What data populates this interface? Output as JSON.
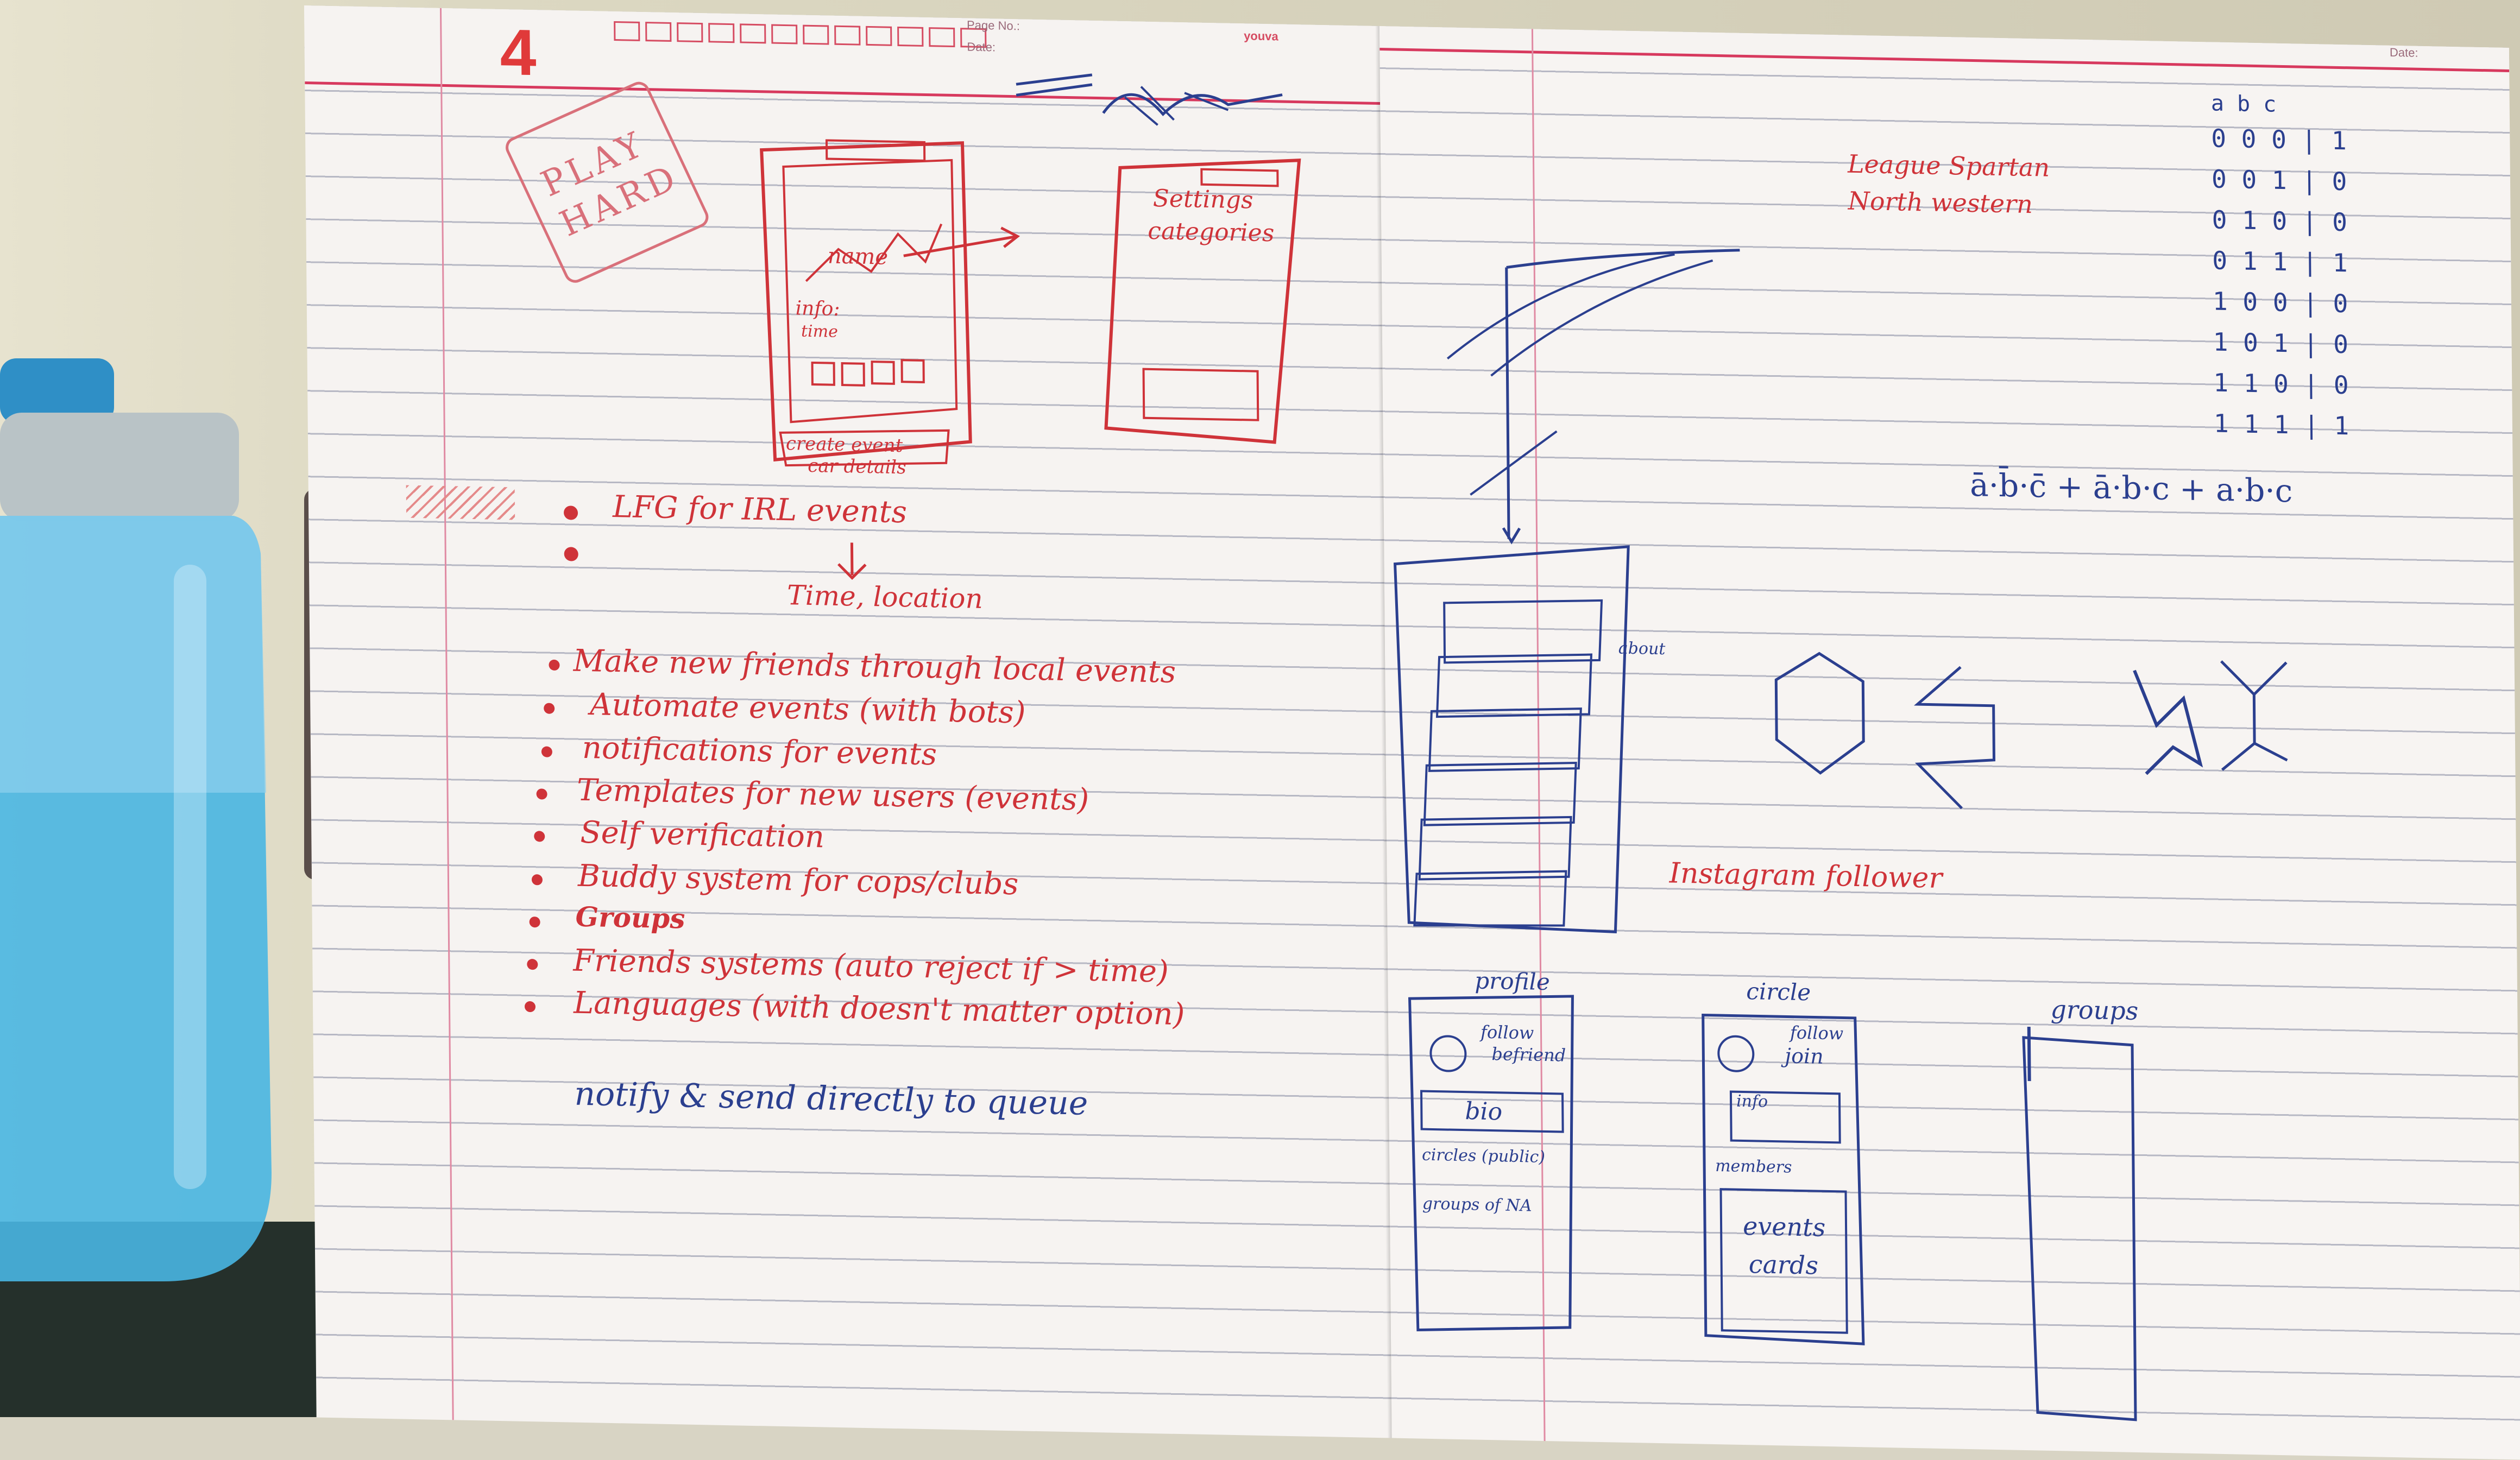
{
  "header": {
    "page_number": "4",
    "page_no_label": "Page No.:",
    "date_label": "Date:",
    "brand": "youva"
  },
  "left_page": {
    "stamp": "PLAY HARD",
    "sketch_labels": {
      "name": "name",
      "info": "info:",
      "time": "time",
      "create_event": "create event",
      "car_details": "car details",
      "settings": "Settings",
      "categories": "categories"
    },
    "bullets": [
      "LFG for IRL events",
      ""
    ],
    "arrow_note": "Time, location",
    "features": [
      "Make new friends through local events",
      "Automate events (with bots)",
      "notifications for events",
      "Templates for new users (events)",
      "Self verification",
      "Buddy system for cops/clubs",
      "Groups",
      "Friends systems (auto reject if > time)",
      "Languages (with doesn't matter option)"
    ],
    "footer_note": "notify & send directly to queue"
  },
  "right_page": {
    "font_notes": [
      "League Spartan",
      "North western"
    ],
    "truth_table": {
      "header": "a b c",
      "rows": [
        "0 0 0 | 1",
        "0 0 1 | 0",
        "0 1 0 | 0",
        "0 1 1 | 1",
        "1 0 0 | 0",
        "1 0 1 | 0",
        "1 1 0 | 0",
        "1 1 1 | 1"
      ]
    },
    "expression": "ā·b̄·c̄  +  ā·b·c  +  a·b·c",
    "stack_label": "about",
    "instagram_note": "Instagram follower",
    "wireframes": [
      {
        "title": "profile",
        "labels": [
          "follow",
          "befriend",
          "bio",
          "circles (public)",
          "groups of NA"
        ]
      },
      {
        "title": "circle",
        "labels": [
          "follow",
          "join",
          "info",
          "members",
          "events",
          "cards"
        ]
      },
      {
        "title": "groups"
      }
    ]
  },
  "colors": {
    "red_ink": "#cf3339",
    "blue_ink": "#2b3f8f",
    "paper": "#f6f3f1",
    "rule": "#b7b8c4",
    "bottle": "#3ea9d6"
  }
}
